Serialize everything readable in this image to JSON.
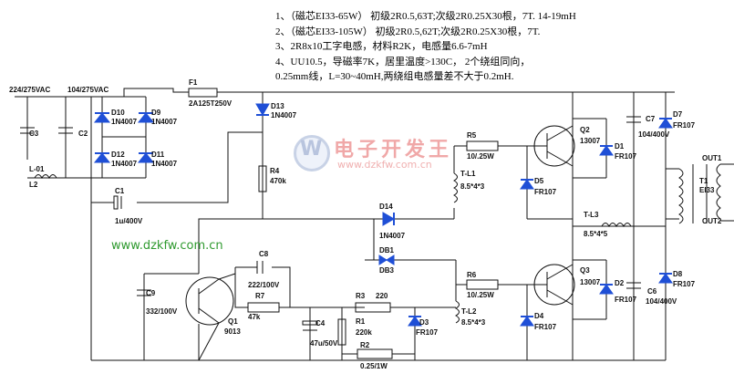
{
  "notes": [
    "1、（磁芯EI33-65W）   初级2R0.5,63T;次级2R0.25X30根，7T.   14-19mH",
    "2、（磁芯EI33-105W）  初级2R0.5,62T;次级2R0.25X30根，7T.",
    "3、2R8x10工字电感，材料R2K，电感量6.6-7mH",
    "4、UU10.5，导磁率7K，居里温度>130C， 2个绕组同向，",
    "0.25mm线，L=30~40mH,两绕组电感量差不大于0.2mH."
  ],
  "watermark": {
    "title": "电子开发王",
    "url": "www.dzkfw.com.cn",
    "letter": "W"
  },
  "site": "www.dzkfw.com.cn",
  "labels": [
    {
      "id": "ac_in1",
      "text": "224/275VAC"
    },
    {
      "id": "ac_in2",
      "text": "104/275VAC"
    },
    {
      "id": "c3",
      "text": "C3"
    },
    {
      "id": "c2",
      "text": "C2"
    },
    {
      "id": "l01",
      "text": "L-01"
    },
    {
      "id": "l2",
      "text": "L2"
    },
    {
      "id": "d10",
      "text": "D10"
    },
    {
      "id": "d10v",
      "text": "1N4007"
    },
    {
      "id": "d9",
      "text": "D9"
    },
    {
      "id": "d9v",
      "text": "1N4007"
    },
    {
      "id": "d12",
      "text": "D12"
    },
    {
      "id": "d12v",
      "text": "1N4007"
    },
    {
      "id": "d11",
      "text": "D11"
    },
    {
      "id": "d11v",
      "text": "1N4007"
    },
    {
      "id": "f1",
      "text": "F1"
    },
    {
      "id": "f1v",
      "text": "2A125T250V"
    },
    {
      "id": "c1",
      "text": "C1"
    },
    {
      "id": "c1v",
      "text": "1u/400V"
    },
    {
      "id": "d13",
      "text": "D13"
    },
    {
      "id": "d13v",
      "text": "1N4007"
    },
    {
      "id": "r4",
      "text": "R4"
    },
    {
      "id": "r4v",
      "text": "470k"
    },
    {
      "id": "r5",
      "text": "R5"
    },
    {
      "id": "r5v",
      "text": "10/.25W"
    },
    {
      "id": "tl1",
      "text": "T-L1"
    },
    {
      "id": "tl1v",
      "text": "8.5*4*3"
    },
    {
      "id": "d5",
      "text": "D5"
    },
    {
      "id": "d5v",
      "text": "FR107"
    },
    {
      "id": "q2",
      "text": "Q2"
    },
    {
      "id": "q2v",
      "text": "13007"
    },
    {
      "id": "d1",
      "text": "D1"
    },
    {
      "id": "d1v",
      "text": "FR107"
    },
    {
      "id": "c7",
      "text": "C7"
    },
    {
      "id": "c7v",
      "text": "104/400V"
    },
    {
      "id": "d7",
      "text": "D7"
    },
    {
      "id": "d7v",
      "text": "FR107"
    },
    {
      "id": "out1",
      "text": "OUT1"
    },
    {
      "id": "t1",
      "text": "T1"
    },
    {
      "id": "t1v",
      "text": "EI33"
    },
    {
      "id": "out2",
      "text": "OUT2"
    },
    {
      "id": "d14",
      "text": "D14"
    },
    {
      "id": "d14v",
      "text": "1N4007"
    },
    {
      "id": "tl3",
      "text": "T-L3"
    },
    {
      "id": "tl3v",
      "text": "8.5*4*5"
    },
    {
      "id": "db1",
      "text": "DB1"
    },
    {
      "id": "db3",
      "text": "DB3"
    },
    {
      "id": "c8",
      "text": "C8"
    },
    {
      "id": "c8v",
      "text": "222/100V"
    },
    {
      "id": "r7",
      "text": "R7"
    },
    {
      "id": "r7v",
      "text": "47k"
    },
    {
      "id": "c9",
      "text": "C9"
    },
    {
      "id": "c9v",
      "text": "332/100V"
    },
    {
      "id": "q1",
      "text": "Q1"
    },
    {
      "id": "q1v",
      "text": "9013"
    },
    {
      "id": "c4",
      "text": "C4"
    },
    {
      "id": "c4v",
      "text": "47u/50V"
    },
    {
      "id": "r3",
      "text": "R3"
    },
    {
      "id": "r3v",
      "text": "220"
    },
    {
      "id": "r1",
      "text": "R1"
    },
    {
      "id": "r1v",
      "text": "220k"
    },
    {
      "id": "d3",
      "text": "D3"
    },
    {
      "id": "d3v",
      "text": "FR107"
    },
    {
      "id": "r2",
      "text": "R2"
    },
    {
      "id": "r2v",
      "text": "0.25/1W"
    },
    {
      "id": "r6",
      "text": "R6"
    },
    {
      "id": "r6v",
      "text": "10/.25W"
    },
    {
      "id": "tl2",
      "text": "T-L2"
    },
    {
      "id": "tl2v",
      "text": "8.5*4*3"
    },
    {
      "id": "d4",
      "text": "D4"
    },
    {
      "id": "d4v",
      "text": "FR107"
    },
    {
      "id": "q3",
      "text": "Q3"
    },
    {
      "id": "q3v",
      "text": "13007"
    },
    {
      "id": "d2",
      "text": "D2"
    },
    {
      "id": "d2v",
      "text": "FR107"
    },
    {
      "id": "c6",
      "text": "C6"
    },
    {
      "id": "c6v",
      "text": "104/400V"
    },
    {
      "id": "d8",
      "text": "D8"
    },
    {
      "id": "d8v",
      "text": "FR107"
    }
  ]
}
